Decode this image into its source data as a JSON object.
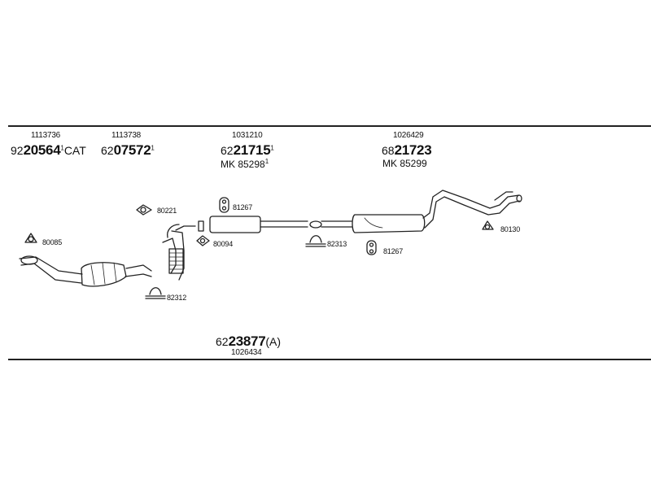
{
  "parts": {
    "p1": {
      "ref": "1113736",
      "prefix": "92",
      "num": "20564",
      "sup": "1",
      "suffix": "CAT"
    },
    "p2": {
      "ref": "1113738",
      "prefix": "62",
      "num": "07572",
      "sup": "1",
      "suffix": ""
    },
    "p3": {
      "ref": "1031210",
      "prefix": "62",
      "num": "21715",
      "sup": "1",
      "mk": "MK 85298",
      "mk_sup": "1"
    },
    "p4": {
      "ref": "1026429",
      "prefix": "68",
      "num": "21723",
      "sup": "",
      "mk": "MK 85299"
    },
    "p5": {
      "prefix": "62",
      "num": "23877",
      "suffix": "(A)",
      "ref": "1026434"
    }
  },
  "fittings": {
    "f80085": "80085",
    "f80221": "80221",
    "f81267a": "81267",
    "f80094": "80094",
    "f82312": "82312",
    "f82313": "82313",
    "f81267b": "81267",
    "f80130": "80130"
  }
}
